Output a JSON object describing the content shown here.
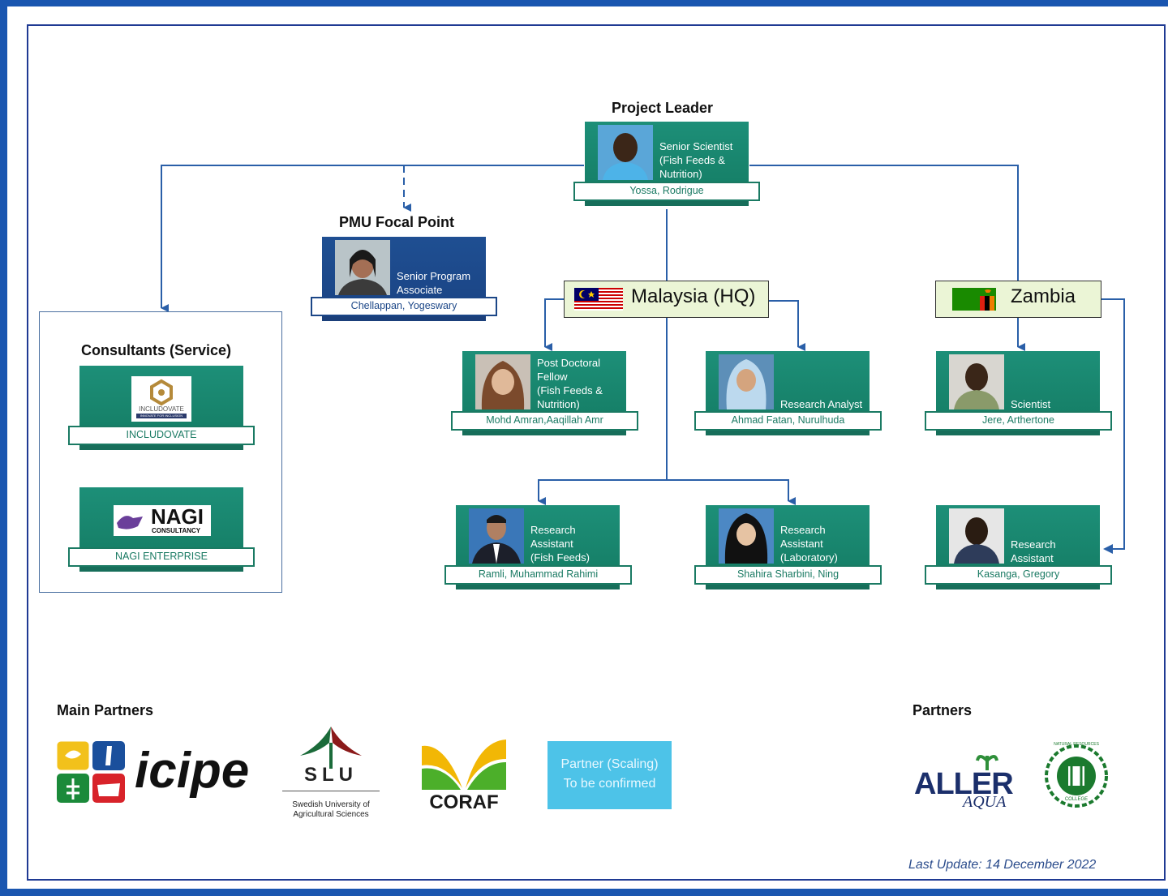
{
  "project_leader": {
    "heading": "Project Leader",
    "role": "Senior Scientist\n(Fish Feeds &\nNutrition)",
    "name": "Yossa, Rodrigue"
  },
  "pmu": {
    "heading": "PMU Focal Point",
    "role": "Senior Program\nAssociate",
    "name": "Chellappan, Yogeswary"
  },
  "consultants": {
    "heading": "Consultants (Service)",
    "items": [
      {
        "logo_text": "INCLUDOVATE",
        "logo_tagline": "INNOVATE FOR INCLUSION",
        "name": "INCLUDOVATE"
      },
      {
        "logo_text": "NAGI",
        "logo_tagline": "CONSULTANCY",
        "name": "NAGI ENTERPRISE"
      }
    ]
  },
  "malaysia": {
    "label": "Malaysia (HQ)",
    "staff": [
      {
        "role": "Post Doctoral\nFellow\n(Fish Feeds &\nNutrition)",
        "name": "Mohd Amran,Aaqillah Amr"
      },
      {
        "role": "Research Analyst",
        "name": "Ahmad Fatan, Nurulhuda"
      },
      {
        "role": "Research\nAssistant\n(Fish Feeds)",
        "name": "Ramli, Muhammad Rahimi"
      },
      {
        "role": "Research\nAssistant\n(Laboratory)",
        "name": "Shahira Sharbini, Ning"
      }
    ]
  },
  "zambia": {
    "label": "Zambia",
    "staff": [
      {
        "role": "Scientist",
        "name": "Jere, Arthertone"
      },
      {
        "role": "Research\nAssistant",
        "name": "Kasanga, Gregory"
      }
    ]
  },
  "main_partners": {
    "heading": "Main Partners",
    "icipe": "icipe",
    "slu": {
      "abbr": "SLU",
      "caption": "Swedish University of\nAgricultural Sciences"
    },
    "coraf": "CORAF",
    "scaling": {
      "line1": "Partner (Scaling)",
      "line2": "To be confirmed"
    }
  },
  "partners": {
    "heading": "Partners",
    "aller_line1": "ALLER",
    "aller_line2": "AQUA",
    "nrdc": "NATURAL RESOURCES DEVELOPMENT",
    "nrdc_sub": "COLLEGE"
  },
  "last_update": "Last Update: 14 December 2022",
  "colors": {
    "card": "#1d8f78",
    "country_bg": "#ebf5d6",
    "frame": "#1a56b0",
    "wire": "#2a5fa8"
  },
  "icons": [
    "portrait-photo",
    "malaysia-flag",
    "zambia-flag",
    "arrow-down",
    "arrow-left"
  ]
}
